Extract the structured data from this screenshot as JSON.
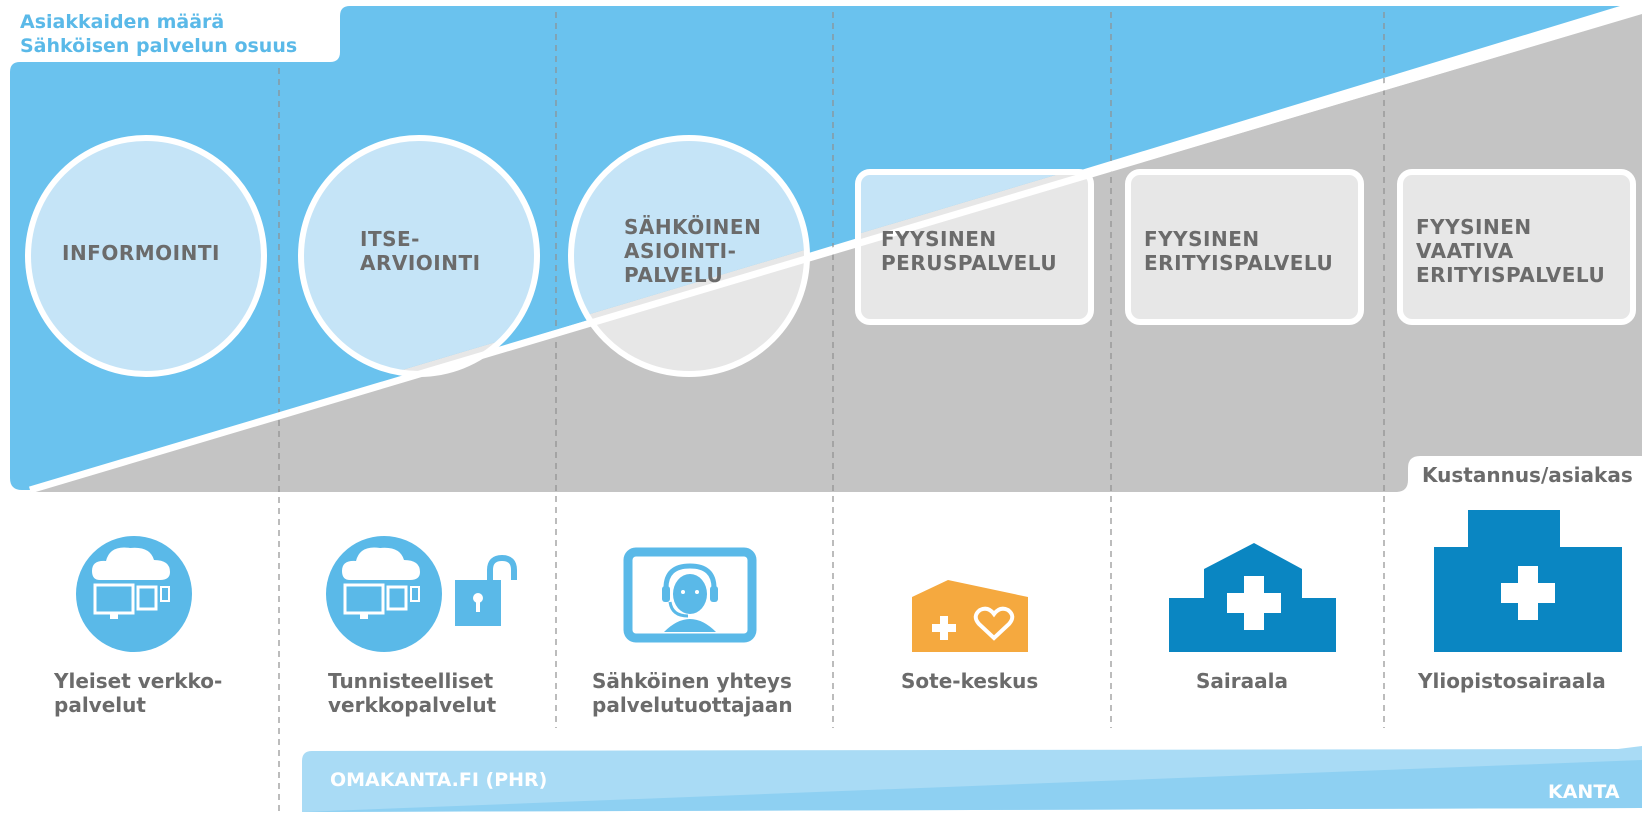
{
  "legend": {
    "line1": "Asiakkaiden määrä",
    "line2": "Sähköisen palvelun osuus"
  },
  "cost_label": "Kustannus/asiakas",
  "stages": [
    {
      "lines": [
        "INFORMOINTI"
      ]
    },
    {
      "lines": [
        "ITSE-",
        "ARVIOINTI"
      ]
    },
    {
      "lines": [
        "SÄHKÖINEN",
        "ASIOINTI-",
        "PALVELU"
      ]
    },
    {
      "lines": [
        "FYYSINEN",
        "PERUSPALVELU"
      ]
    },
    {
      "lines": [
        "FYYSINEN",
        "ERITYISPALVELU"
      ]
    },
    {
      "lines": [
        "FYYSINEN",
        "VAATIVA",
        "ERITYISPALVELU"
      ]
    }
  ],
  "services": [
    {
      "lines": [
        "Yleiset verkko-",
        "palvelut"
      ],
      "icon": "cloud-devices-icon"
    },
    {
      "lines": [
        "Tunnisteelliset",
        "verkkopalvelut"
      ],
      "icon": "cloud-devices-lock-icon"
    },
    {
      "lines": [
        "Sähköinen yhteys",
        "palvelutuottajaan"
      ],
      "icon": "monitor-headset-icon"
    },
    {
      "lines": [
        "Sote-keskus"
      ],
      "icon": "health-center-icon"
    },
    {
      "lines": [
        "Sairaala"
      ],
      "icon": "hospital-icon"
    },
    {
      "lines": [
        "Yliopistosairaala"
      ],
      "icon": "university-hospital-icon"
    }
  ],
  "band": {
    "left_label": "OMAKANTA.FI (PHR)",
    "right_label": "KANTA"
  },
  "colors": {
    "blue": "#6ac2ee",
    "light_blue": "#c5e4f7",
    "gray": "#c4c4c4",
    "light_gray": "#e7e7e7",
    "text_gray": "#6b6b6b",
    "icon_blue": "#5ab9e8",
    "dark_blue": "#0a86c2",
    "orange": "#f5a93f",
    "band_blue": "#a9dbf5"
  }
}
